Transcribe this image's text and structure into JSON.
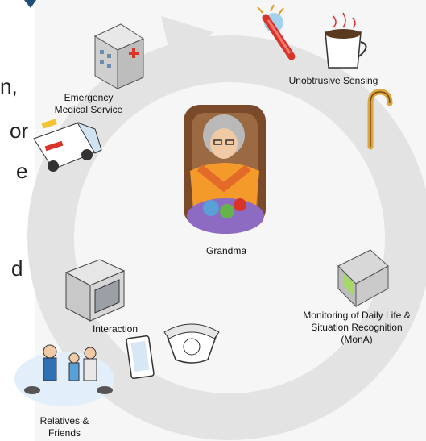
{
  "left_fragments": [
    "n,",
    "or",
    "e",
    "d"
  ],
  "diagram": {
    "center": "Grandma",
    "nodes": {
      "emergency": [
        "Emergency",
        "Medical Service"
      ],
      "sensing": "Unobtrusive Sensing",
      "monitoring": [
        "Monitoring of Daily Life &",
        "Situation Recognition",
        "(MonA)"
      ],
      "interaction": "Interaction",
      "relatives": [
        "Relatives &",
        "Friends"
      ]
    }
  },
  "colors": {
    "ring": "#e3e3e3",
    "panel": "#f6f6f6",
    "accent_red": "#d8342a",
    "purple": "#8e6bc2"
  }
}
